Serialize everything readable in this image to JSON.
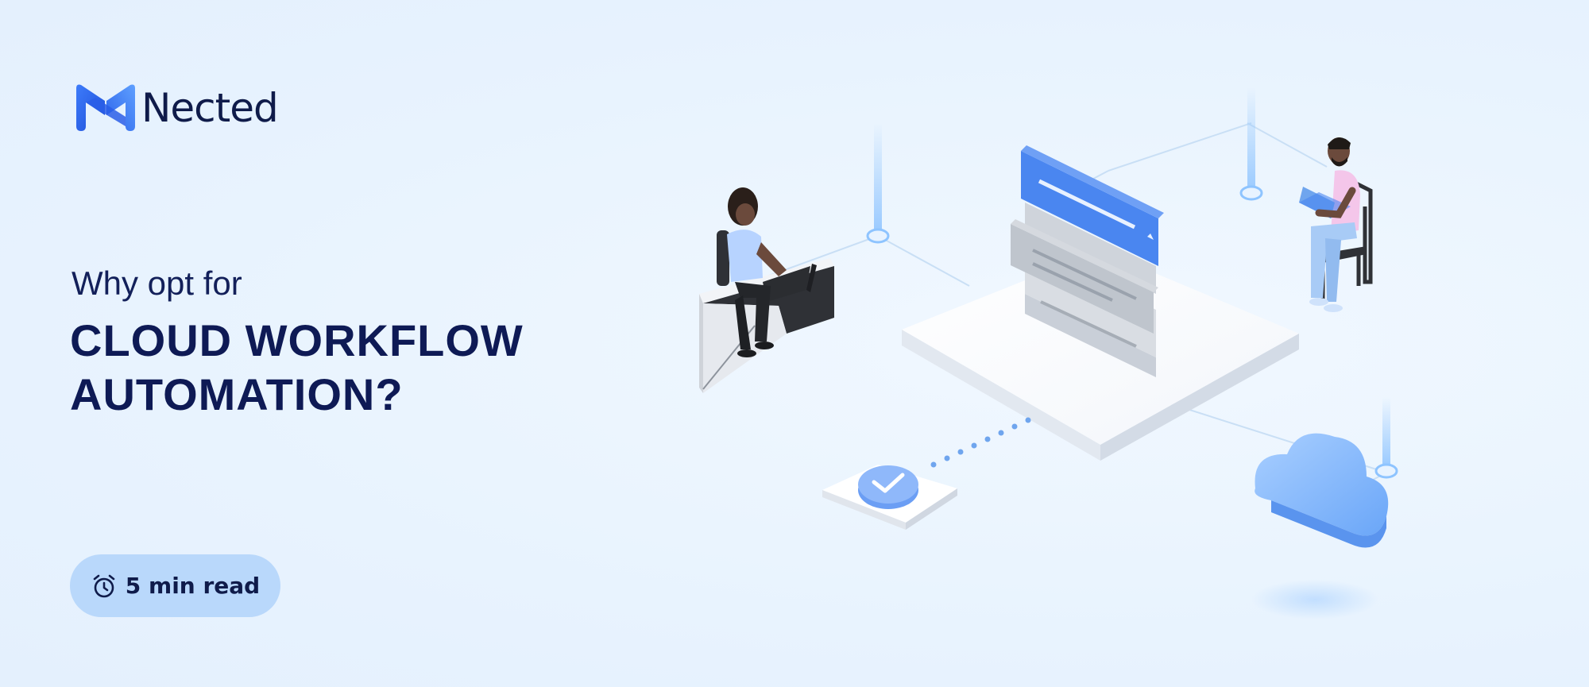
{
  "brand": {
    "name": "Nected",
    "colors": {
      "primary": "#2e6ef5",
      "dark": "#0e1a55",
      "pill": "#b9d8fb",
      "background": "#eaf4fe"
    }
  },
  "headline": {
    "kicker": "Why opt for",
    "line1": "CLOUD WORKFLOW",
    "line2": "AUTOMATION?"
  },
  "read_time": {
    "icon": "alarm-clock-icon",
    "label": "5 min read"
  },
  "illustration": {
    "elements": [
      "woman-at-desk",
      "man-in-chair",
      "server-stack",
      "checkmark-badge",
      "cloud-icon"
    ]
  }
}
